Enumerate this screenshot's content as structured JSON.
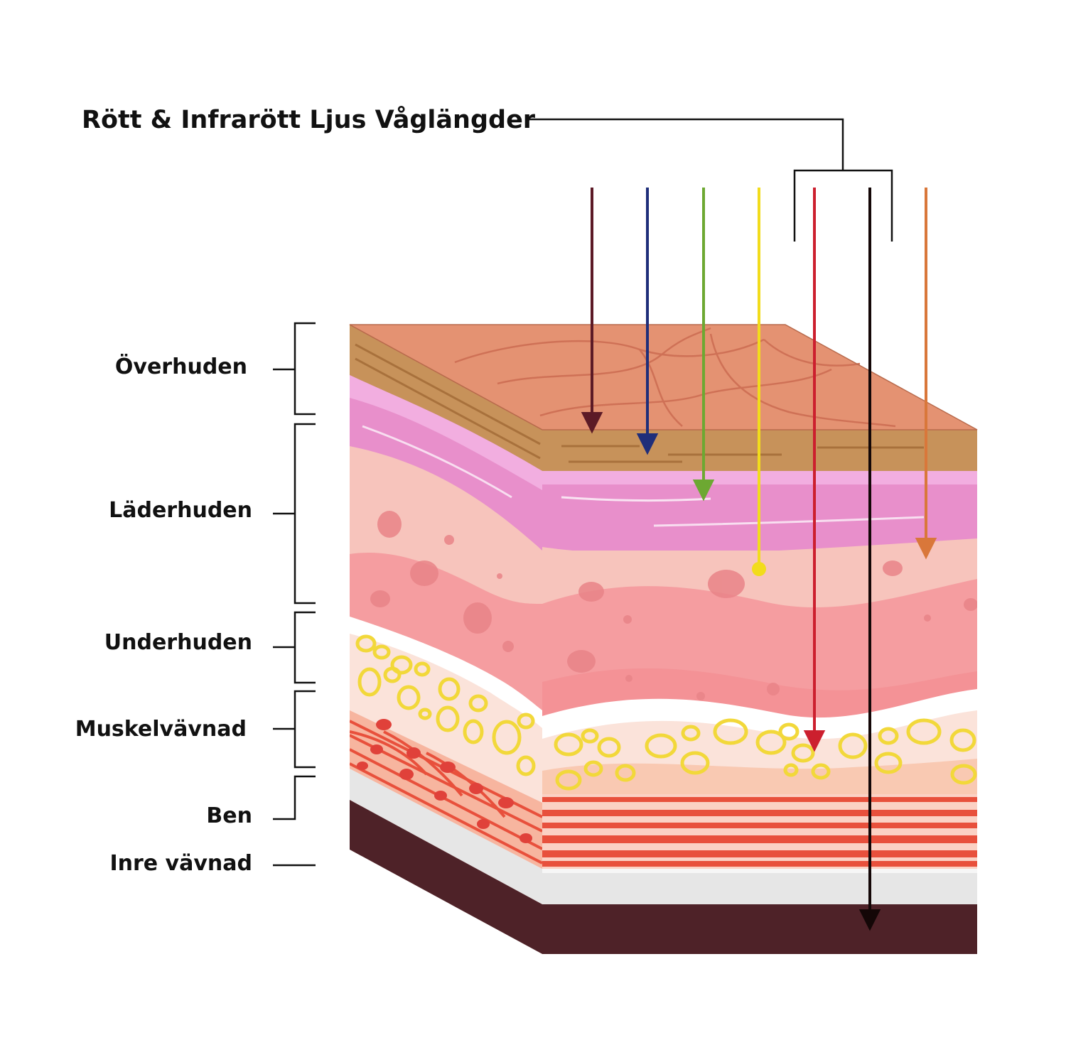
{
  "title": "Rött & Infrarött Ljus Våglängder",
  "layers": [
    {
      "id": "overhuden",
      "label": "Överhuden"
    },
    {
      "id": "laderhuden",
      "label": "Läderhuden"
    },
    {
      "id": "underhuden",
      "label": "Underhuden"
    },
    {
      "id": "muskelvavnad",
      "label": "Muskelvävnad"
    },
    {
      "id": "ben",
      "label": "Ben"
    },
    {
      "id": "inre",
      "label": "Inre vävnad"
    }
  ],
  "wavelength_arrows": [
    {
      "color": "#5c1a26",
      "ends_in": "Överhuden"
    },
    {
      "color": "#1f2e7a",
      "ends_in": "Överhuden"
    },
    {
      "color": "#6da832",
      "ends_in": "Läderhuden"
    },
    {
      "color": "#f2dc1b",
      "ends_in": "Läderhuden"
    },
    {
      "color": "#cc1f2e",
      "ends_in": "Underhuden"
    },
    {
      "color": "#140707",
      "ends_in": "Inre vävnad"
    },
    {
      "color": "#d9773a",
      "ends_in": "Läderhuden"
    }
  ],
  "colors": {
    "skin_top": "#e49272",
    "epidermis_band": "#c7925a",
    "dermis_pink": "#e88fcb",
    "fat_yellow": "#f2d83a",
    "muscle_red": "#e8503c",
    "bone_white": "#e6e6e6",
    "inner_dark": "#4e2228"
  }
}
